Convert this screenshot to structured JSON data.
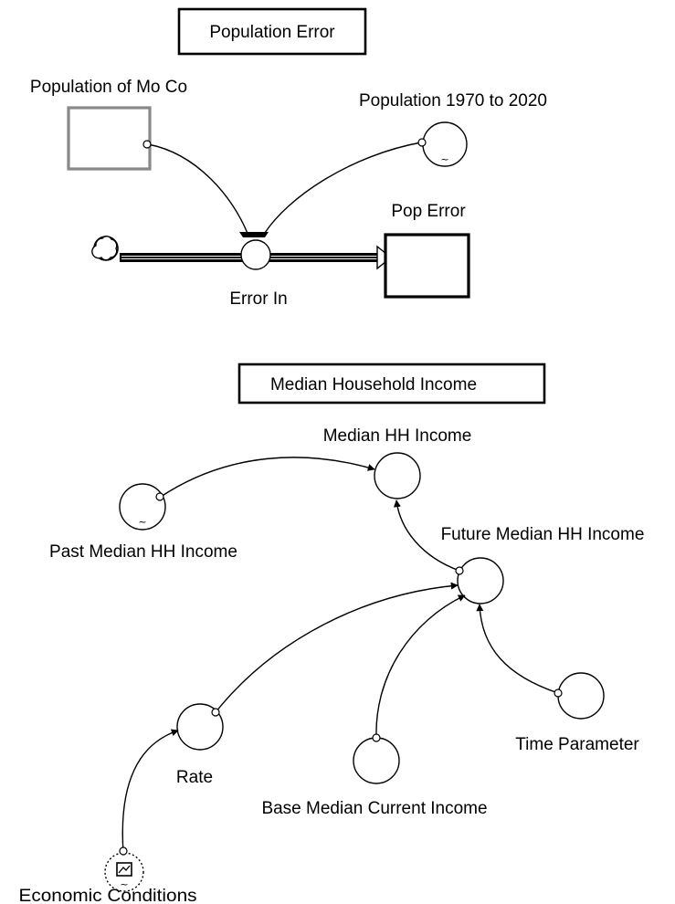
{
  "sections": {
    "population_error": "Population Error",
    "median_household_income": "Median Household Income"
  },
  "variables": {
    "population_of_mo_co": "Population of Mo Co",
    "population_1970_2020": "Population 1970 to 2020",
    "pop_error": "Pop Error",
    "error_in": "Error In",
    "median_hh_income": "Median HH Income",
    "past_median_hh_income": "Past Median HH Income",
    "future_median_hh_income": "Future Median HH Income",
    "rate": "Rate",
    "base_median_current_income": "Base Median Current Income",
    "time_parameter": "Time Parameter",
    "economic_conditions": "Economic Conditions"
  },
  "markers": {
    "graphical_function": "~"
  },
  "colors": {
    "ghost_stock_border": "#888888",
    "ink": "#000000"
  }
}
